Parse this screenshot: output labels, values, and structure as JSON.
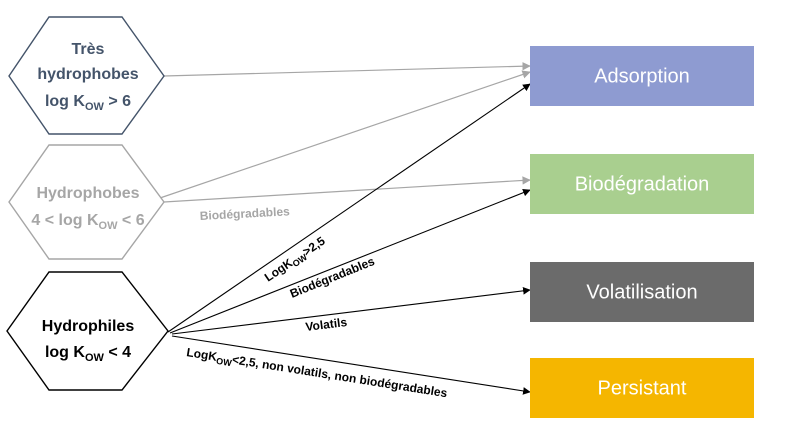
{
  "colors": {
    "adsorption": "#8e9bd1",
    "biodegradation": "#a9cf8f",
    "volatilisation": "#6b6b6b",
    "persistant": "#f5b600",
    "hex_tres": "#44546a",
    "hex_hydrophobes": "#a6a6a6",
    "hex_hydrophiles": "#000000",
    "arrow_light": "#a6a6a6",
    "arrow_dark": "#000000"
  },
  "sources": {
    "tres": {
      "line1": "Très",
      "line2": "hydrophobes",
      "line3_pre": "log K",
      "line3_sub": "OW",
      "line3_post": " > 6"
    },
    "hydrophobes": {
      "line1": "Hydrophobes",
      "line2_pre": "4 < log K",
      "line2_sub": "OW",
      "line2_post": " < 6"
    },
    "hydrophiles": {
      "line1": "Hydrophiles",
      "line2_pre": "log K",
      "line2_sub": "OW",
      "line2_post": " < 4"
    }
  },
  "targets": {
    "adsorption": "Adsorption",
    "biodegradation": "Biodégradation",
    "volatilisation": "Volatilisation",
    "persistant": "Persistant"
  },
  "edges": {
    "hydrophobes_bio": "Biodégradables",
    "hydrophiles_ads_pre": "LogK",
    "hydrophiles_ads_sub": "OW",
    "hydrophiles_ads_post": ">2,5",
    "hydrophiles_bio": "Biodégradables",
    "hydrophiles_vol": "Volatils",
    "hydrophiles_pers_pre": "LogK",
    "hydrophiles_pers_sub": "OW",
    "hydrophiles_pers_post": "<2,5, non volatils, non biodégradables"
  }
}
